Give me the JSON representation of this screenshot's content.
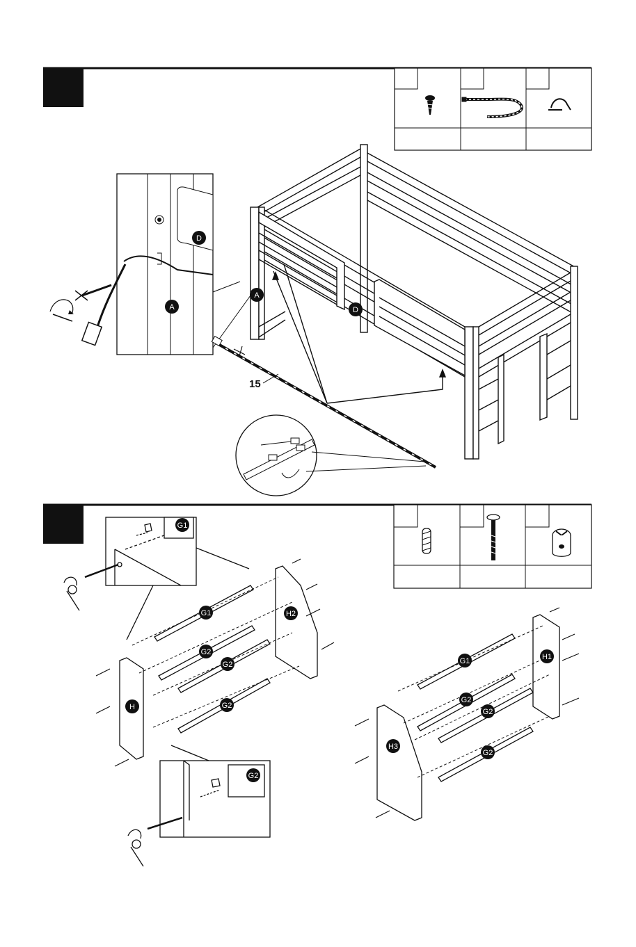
{
  "step1": {
    "callout_labels": {
      "part_a": "A",
      "part_d": "D"
    },
    "bed_labels": {
      "part_a": "A",
      "part_d": "D"
    },
    "led_strip_label": "15"
  },
  "step2": {
    "left_frame": {
      "headboard": "H2",
      "footboard": "H",
      "rails": [
        "G1",
        "G2",
        "G2",
        "G2"
      ],
      "top_callout": "G1",
      "bottom_callout": "G2"
    },
    "right_frame": {
      "headboard": "H1",
      "footboard": "H3",
      "rails": [
        "G1",
        "G2",
        "G2",
        "G2"
      ]
    }
  }
}
